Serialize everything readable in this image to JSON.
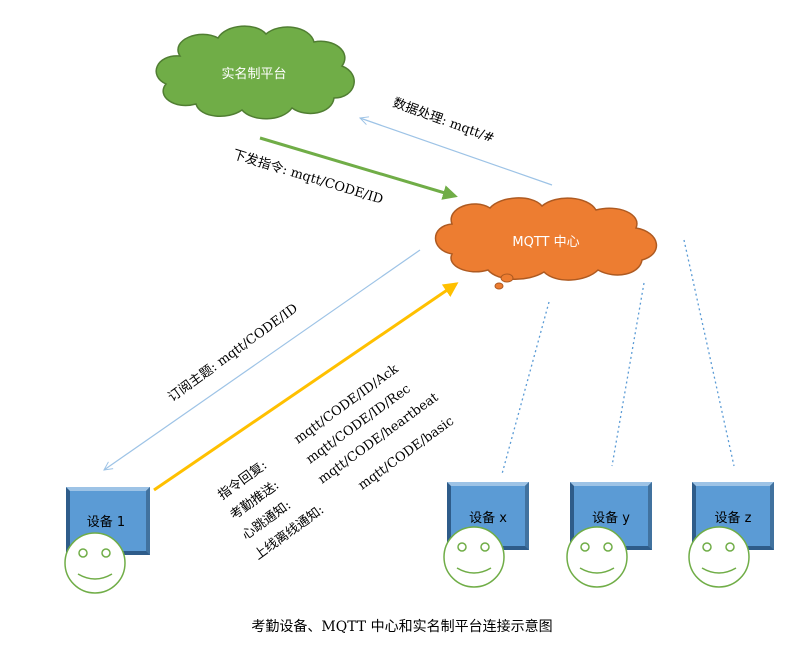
{
  "nodes": {
    "platform": {
      "label": "实名制平台",
      "fill": "#70ad47",
      "stroke": "#507e32",
      "text_color": "#ffffff"
    },
    "mqtt": {
      "label": "MQTT 中心",
      "fill": "#ed7d31",
      "stroke": "#ae5a21",
      "text_color": "#ffffff"
    },
    "device1": {
      "label": "设备 1"
    },
    "devicex": {
      "label": "设备 x"
    },
    "devicey": {
      "label": "设备 y"
    },
    "devicez": {
      "label": "设备 z"
    }
  },
  "device_style": {
    "fill": "#5b9bd5",
    "stroke": "#2e5c8a",
    "text_color": "#000000"
  },
  "face_style": {
    "fill": "#ffffff",
    "stroke": "#70ad47"
  },
  "edges": {
    "data_process": {
      "label": "数据处理: mqtt/#",
      "color": "#9dc3e6"
    },
    "issue_command": {
      "label": "下发指令: mqtt/CODE/ID",
      "color": "#70ad47"
    },
    "subscribe_topic": {
      "label": "订阅主题: mqtt/CODE/ID",
      "color": "#9dc3e6"
    },
    "device_uplink": {
      "color": "#ffc000"
    },
    "device_links": {
      "color": "#5b9bd5"
    }
  },
  "uplink_messages": [
    {
      "name": "指令回复:",
      "topic": "mqtt/CODE/ID/Ack"
    },
    {
      "name": "考勤推送:",
      "topic": "mqtt/CODE/ID/Rec"
    },
    {
      "name": "心跳通知:",
      "topic": "mqtt/CODE/heartbeat"
    },
    {
      "name": "上线离线通知:",
      "topic": "mqtt/CODE/basic"
    }
  ],
  "caption": "考勤设备、MQTT 中心和实名制平台连接示意图"
}
